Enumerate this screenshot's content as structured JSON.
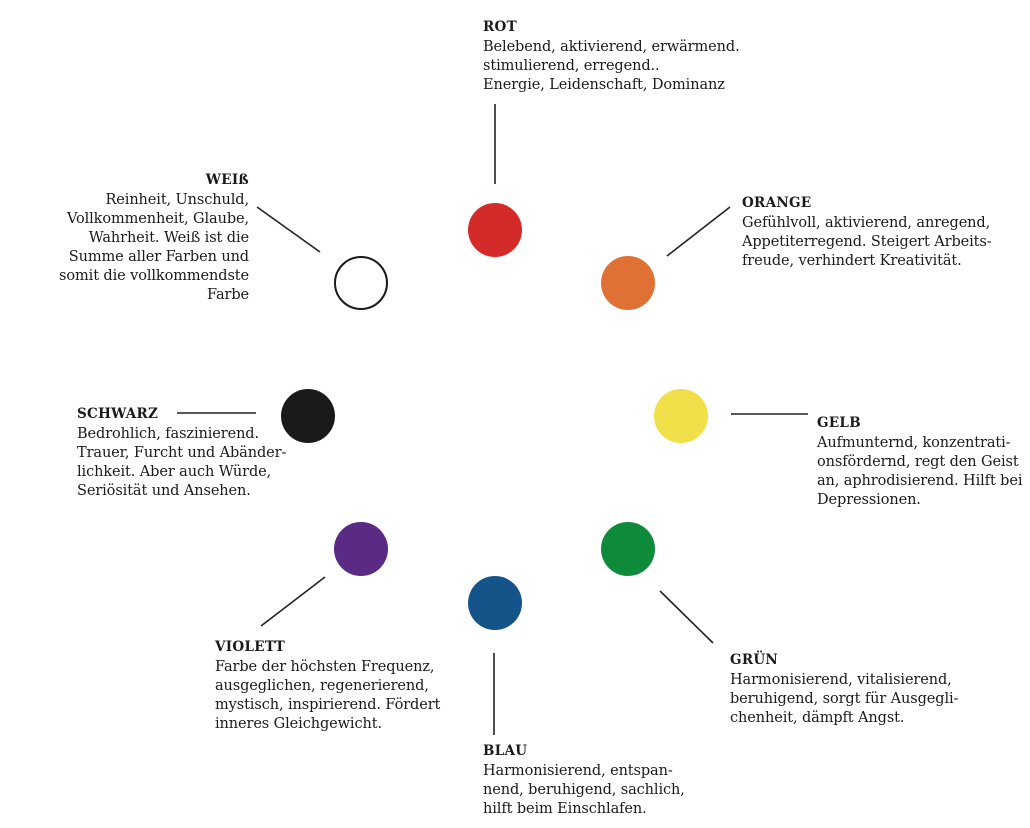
{
  "colors": [
    {
      "key": "rot",
      "title": "ROT",
      "hex": "#d42a2a",
      "lines": [
        "Belebend, aktivierend, erwärmend.",
        "stimulierend, erregend..",
        "Energie, Leidenschaft, Dominanz"
      ]
    },
    {
      "key": "orange",
      "title": "ORANGE",
      "hex": "#e07134",
      "lines": [
        "Gefühlvoll, aktivierend, anregend,",
        "Appetiterregend. Steigert Arbeits-",
        "freude, verhindert Kreativität."
      ]
    },
    {
      "key": "gelb",
      "title": "GELB",
      "hex": "#f1e04a",
      "lines": [
        "Aufmunternd, konzentrati-",
        "onsfördernd, regt den Geist",
        "an, aphrodisierend. Hilft bei",
        "Depressionen."
      ]
    },
    {
      "key": "gruen",
      "title": "GRÜN",
      "hex": "#0d8a3a",
      "lines": [
        "Harmonisierend, vitalisierend,",
        "beruhigend, sorgt für Ausgegli-",
        "chenheit, dämpft Angst."
      ]
    },
    {
      "key": "blau",
      "title": "BLAU",
      "hex": "#155488",
      "lines": [
        "Harmonisierend, entspan-",
        "nend, beruhigend, sachlich,",
        "hilft beim Einschlafen."
      ]
    },
    {
      "key": "violett",
      "title": "VIOLETT",
      "hex": "#5b2a84",
      "lines": [
        "Farbe der höchsten Frequenz,",
        "ausgeglichen, regenerierend,",
        "mystisch, inspirierend. Fördert",
        "inneres Gleichgewicht."
      ]
    },
    {
      "key": "schwarz",
      "title": "SCHWARZ",
      "hex": "#1a1a1a",
      "lines": [
        "Bedrohlich, faszinierend.",
        "Trauer, Furcht und Abänder-",
        "lichkeit. Aber auch Würde,",
        "Seriösität und Ansehen."
      ]
    },
    {
      "key": "weiss",
      "title": "WEIß",
      "hex": "#ffffff",
      "lines": [
        "Reinheit, Unschuld,",
        "Vollkommenheit, Glaube,",
        "Wahrheit. Weiß ist die",
        "Summe aller Farben und",
        "somit die vollkommendste",
        "Farbe"
      ]
    }
  ]
}
